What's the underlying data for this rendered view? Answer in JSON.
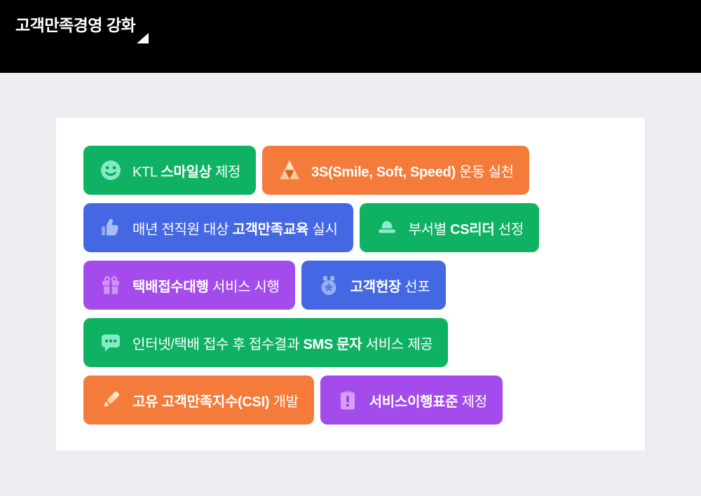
{
  "header": {
    "title": "고객만족경영 강화"
  },
  "colors": {
    "header_bg": "#000000",
    "page_bg": "#ebedf1",
    "card_bg": "#ffffff",
    "badge_green": "#0fb163",
    "badge_orange": "#f57b3b",
    "badge_blue": "#4467e3",
    "badge_purple": "#a44ceb",
    "badge_text": "#ffffff"
  },
  "badges": [
    {
      "name": "ktl-smile-award",
      "color": "green",
      "icon": "smiley-icon",
      "pre": "KTL ",
      "bold": "스마일상",
      "post": " 제정"
    },
    {
      "name": "3s-movement",
      "color": "orange",
      "icon": "triforce-icon",
      "pre": "",
      "bold": "3S(Smile, Soft, Speed)",
      "post": " 운동 실천"
    },
    {
      "name": "cs-education",
      "color": "blue",
      "icon": "thumbs-up-icon",
      "pre": "매년 전직원 대상 ",
      "bold": "고객만족교육",
      "post": " 실시"
    },
    {
      "name": "cs-leader",
      "color": "green",
      "icon": "hat-icon",
      "pre": "부서별 ",
      "bold": "CS리더",
      "post": " 선정"
    },
    {
      "name": "parcel-service",
      "color": "purple",
      "icon": "gift-icon",
      "pre": "",
      "bold": "택배접수대행",
      "post": " 서비스 시행"
    },
    {
      "name": "customer-charter",
      "color": "blue",
      "icon": "medal-icon",
      "pre": "",
      "bold": "고객헌장",
      "post": " 선포"
    },
    {
      "name": "sms-service",
      "color": "green",
      "icon": "chat-bubble-icon",
      "pre": "인터넷/택배 접수 후 접수결과 ",
      "bold": "SMS 문자",
      "post": " 서비스 제공"
    },
    {
      "name": "csi-development",
      "color": "orange",
      "icon": "pencil-icon",
      "pre": "",
      "bold": "고유 고객만족지수(CSI)",
      "post": " 개발"
    },
    {
      "name": "service-standard",
      "color": "purple",
      "icon": "clipboard-alert-icon",
      "pre": "",
      "bold": "서비스이행표준",
      "post": " 제정"
    }
  ]
}
